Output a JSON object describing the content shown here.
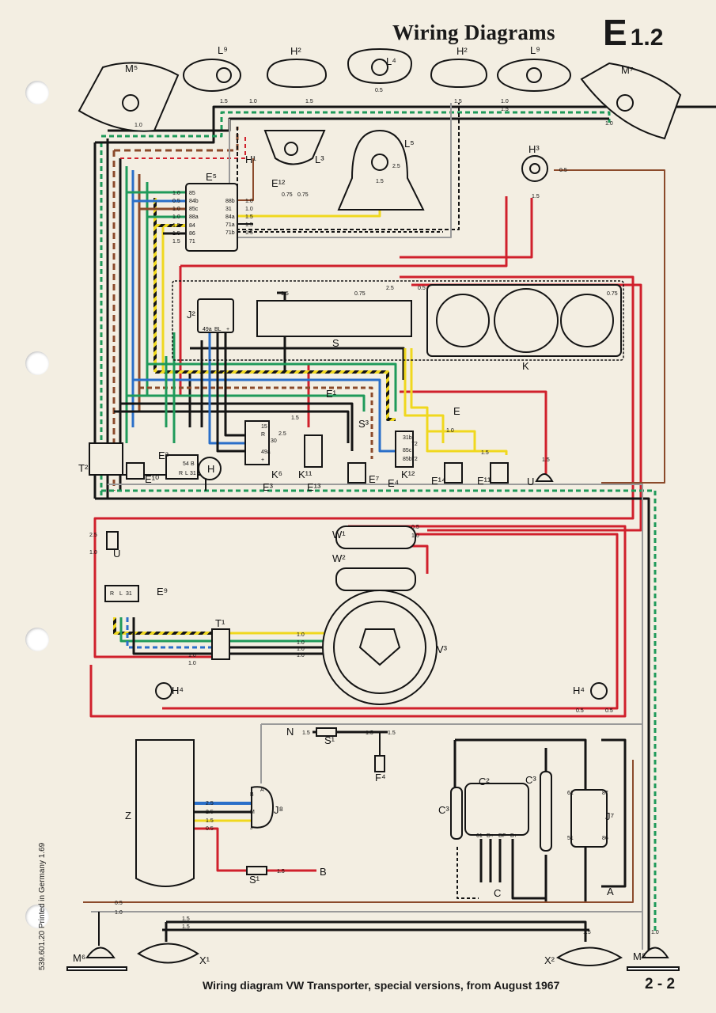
{
  "header": {
    "title": "Wiring Diagrams",
    "code": "E",
    "code_sub": "1.2"
  },
  "footer": {
    "caption": "Wiring diagram VW Transporter, special versions, from August 1967",
    "page": "2 - 2",
    "printed": "539.601.20 Printed in Germany 1.69"
  },
  "components": [
    {
      "id": "M5",
      "label": "M⁵"
    },
    {
      "id": "L9a",
      "label": "L⁹"
    },
    {
      "id": "H2a",
      "label": "H²"
    },
    {
      "id": "L4",
      "label": "L⁴"
    },
    {
      "id": "H2b",
      "label": "H²"
    },
    {
      "id": "L9b",
      "label": "L⁹"
    },
    {
      "id": "M7",
      "label": "M⁷"
    },
    {
      "id": "H1",
      "label": "H¹"
    },
    {
      "id": "L3",
      "label": "L³"
    },
    {
      "id": "L5",
      "label": "L⁵"
    },
    {
      "id": "E12",
      "label": "E¹²"
    },
    {
      "id": "E5",
      "label": "E⁵"
    },
    {
      "id": "H3",
      "label": "H³"
    },
    {
      "id": "J2",
      "label": "J²"
    },
    {
      "id": "S",
      "label": "S"
    },
    {
      "id": "K",
      "label": "K"
    },
    {
      "id": "E1",
      "label": "E¹"
    },
    {
      "id": "S3",
      "label": "S³"
    },
    {
      "id": "E",
      "label": "E"
    },
    {
      "id": "T2",
      "label": "T²"
    },
    {
      "id": "E2",
      "label": "E²"
    },
    {
      "id": "E10",
      "label": "E¹⁰"
    },
    {
      "id": "H",
      "label": "H"
    },
    {
      "id": "K6",
      "label": "K⁶"
    },
    {
      "id": "E3",
      "label": "E³"
    },
    {
      "id": "K11",
      "label": "K¹¹"
    },
    {
      "id": "E13",
      "label": "E¹³"
    },
    {
      "id": "E7",
      "label": "E⁷"
    },
    {
      "id": "E4",
      "label": "E⁴"
    },
    {
      "id": "K12",
      "label": "K¹²"
    },
    {
      "id": "E14",
      "label": "E¹⁴"
    },
    {
      "id": "E11",
      "label": "E¹¹"
    },
    {
      "id": "U1",
      "label": "U"
    },
    {
      "id": "U2",
      "label": "U"
    },
    {
      "id": "W1",
      "label": "W¹"
    },
    {
      "id": "W2",
      "label": "W²"
    },
    {
      "id": "E9",
      "label": "E⁹"
    },
    {
      "id": "T1",
      "label": "T¹"
    },
    {
      "id": "V3",
      "label": "V³"
    },
    {
      "id": "H4a",
      "label": "H⁴"
    },
    {
      "id": "H4b",
      "label": "H⁴"
    },
    {
      "id": "N",
      "label": "N"
    },
    {
      "id": "S1a",
      "label": "S¹"
    },
    {
      "id": "F4",
      "label": "F⁴"
    },
    {
      "id": "Z",
      "label": "Z"
    },
    {
      "id": "J8",
      "label": "J⁸"
    },
    {
      "id": "C2",
      "label": "C²"
    },
    {
      "id": "C3a",
      "label": "C³"
    },
    {
      "id": "C3b",
      "label": "C³"
    },
    {
      "id": "J7",
      "label": "J⁷"
    },
    {
      "id": "S1b",
      "label": "S¹"
    },
    {
      "id": "B",
      "label": "B"
    },
    {
      "id": "C",
      "label": "C"
    },
    {
      "id": "A",
      "label": "A"
    },
    {
      "id": "M6",
      "label": "M⁶"
    },
    {
      "id": "X1",
      "label": "X¹"
    },
    {
      "id": "X2",
      "label": "X²"
    },
    {
      "id": "M8",
      "label": "M⁸"
    }
  ],
  "e5_terminals_left": [
    "85",
    "84b",
    "85c",
    "88a",
    "84",
    "86",
    "71"
  ],
  "e5_terminals_right": [
    "88b",
    "31",
    "84a",
    "71a",
    "71b"
  ],
  "e5_gauges_left": [
    "1.0",
    "0.5",
    "1.0",
    "1.0",
    "1.5",
    "1.5",
    "1.5"
  ],
  "e5_gauges_right": [
    "1.0",
    "1.0",
    "1.5",
    "1.5",
    "1.5"
  ],
  "j2_terminals": [
    "49a",
    "BL",
    "+"
  ],
  "e2_terminals": [
    "54",
    "B",
    "R",
    "L",
    "31"
  ],
  "e3_terminals": [
    "15",
    "R",
    "30",
    "49a",
    "+"
  ],
  "e4_terminals": [
    "31b",
    "72",
    "85c",
    "85b",
    "72"
  ],
  "e9_terminals": [
    "R",
    "L",
    "31"
  ],
  "c2_terminals": [
    "61",
    "D+",
    "DF",
    "B+"
  ],
  "j7_terminals": [
    "61",
    "87",
    "51",
    "86"
  ],
  "j8_terminals": [
    "B",
    "M",
    "J",
    "A"
  ],
  "wire_gauges": {
    "g05": "0.5",
    "g075": "0.75",
    "g10": "1.0",
    "g15": "1.5",
    "g25": "2.5"
  },
  "colors": {
    "red": "#d0202c",
    "brown": "#8b4a2b",
    "black": "#141414",
    "green": "#1f9a5a",
    "blue": "#2a6fc9",
    "yellow": "#f0d81e",
    "grey": "#9a9a9a",
    "paper": "#f3eee2"
  }
}
